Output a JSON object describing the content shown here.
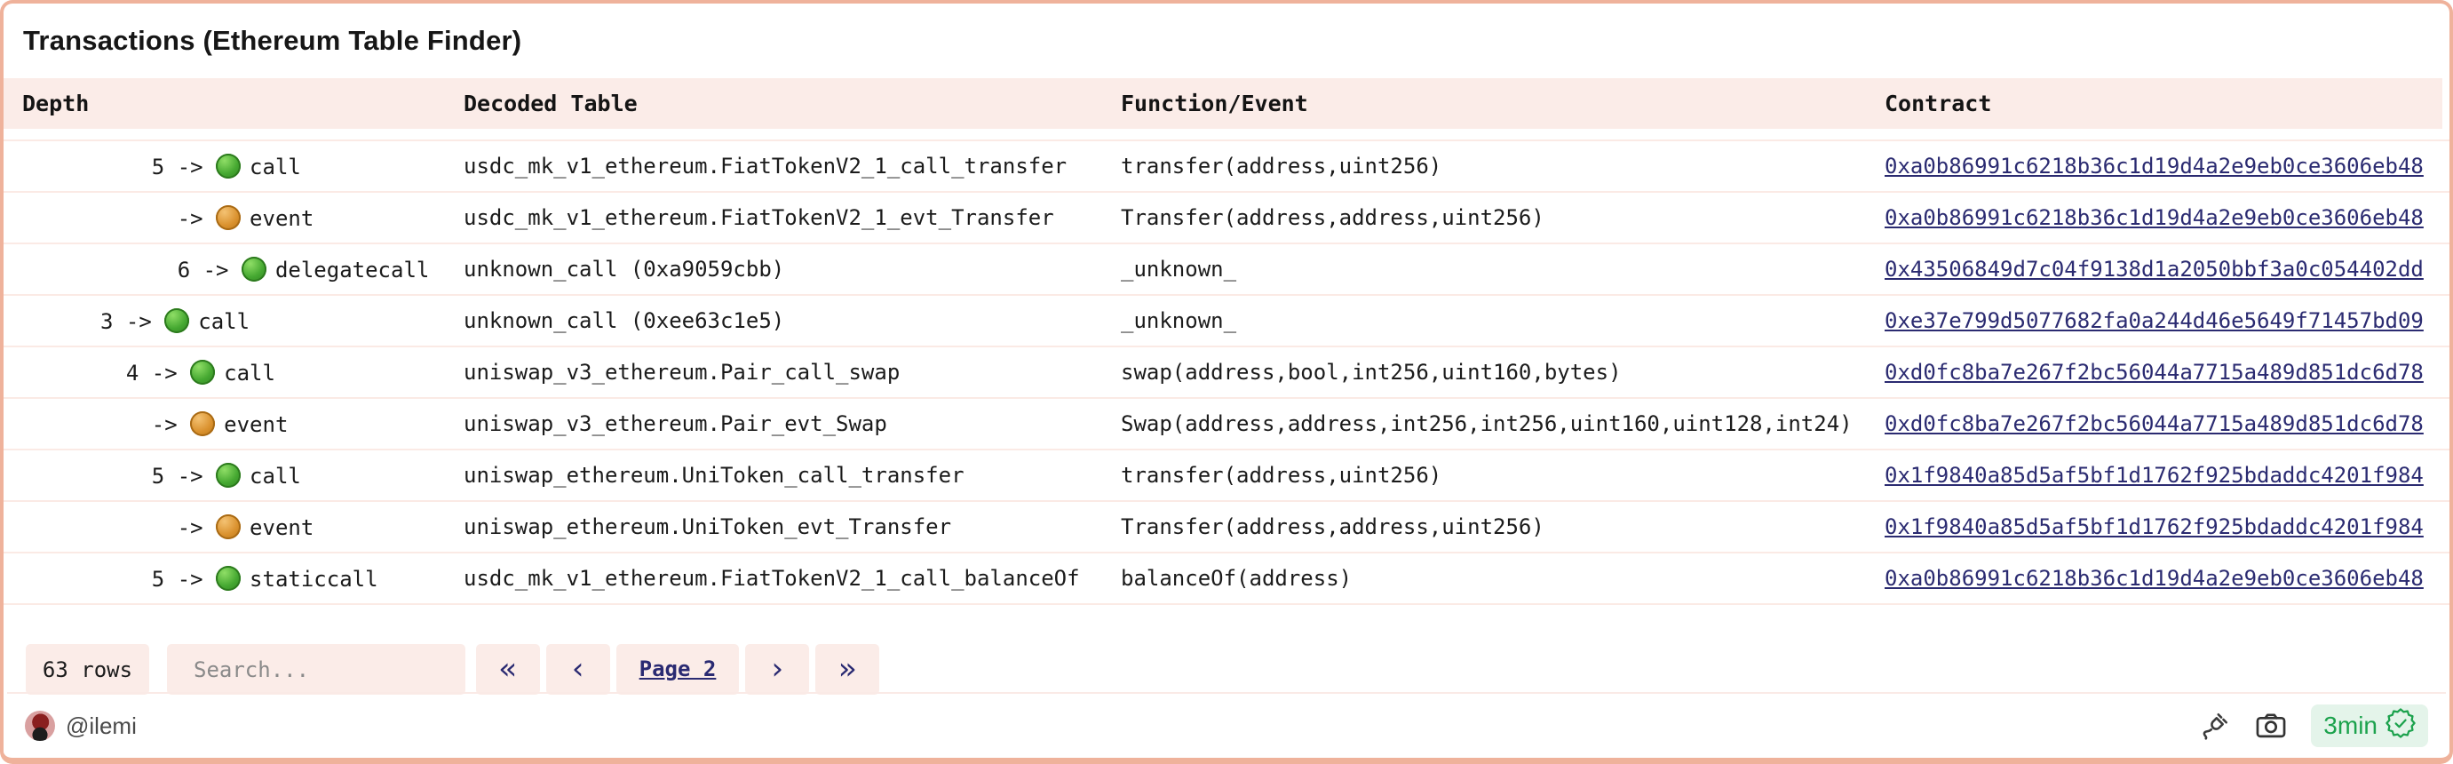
{
  "title": "Transactions (Ethereum Table Finder)",
  "table": {
    "columns": [
      "Depth",
      "Decoded Table",
      "Function/Event",
      "Contract"
    ],
    "rows": [
      {
        "indent": 4,
        "num": "5",
        "arrow": "->",
        "dot": "green",
        "type": "call",
        "decoded": "usdc_mk_v1_ethereum.FiatTokenV2_1_call_transfer",
        "function": "transfer(address,uint256)",
        "contract": "0xa0b86991c6218b36c1d19d4a2e9eb0ce3606eb48"
      },
      {
        "indent": 6,
        "num": "",
        "arrow": "->",
        "dot": "orange",
        "type": "event",
        "decoded": "usdc_mk_v1_ethereum.FiatTokenV2_1_evt_Transfer",
        "function": "Transfer(address,address,uint256)",
        "contract": "0xa0b86991c6218b36c1d19d4a2e9eb0ce3606eb48"
      },
      {
        "indent": 6,
        "num": "6",
        "arrow": "->",
        "dot": "green",
        "type": "delegatecall",
        "decoded": "unknown_call (0xa9059cbb)",
        "function": "_unknown_",
        "contract": "0x43506849d7c04f9138d1a2050bbf3a0c054402dd"
      },
      {
        "indent": 0,
        "num": "3",
        "arrow": "->",
        "dot": "green",
        "type": "call",
        "decoded": "unknown_call (0xee63c1e5)",
        "function": "_unknown_",
        "contract": "0xe37e799d5077682fa0a244d46e5649f71457bd09"
      },
      {
        "indent": 2,
        "num": "4",
        "arrow": "->",
        "dot": "green",
        "type": "call",
        "decoded": "uniswap_v3_ethereum.Pair_call_swap",
        "function": "swap(address,bool,int256,uint160,bytes)",
        "contract": "0xd0fc8ba7e267f2bc56044a7715a489d851dc6d78"
      },
      {
        "indent": 4,
        "num": "",
        "arrow": "->",
        "dot": "orange",
        "type": "event",
        "decoded": "uniswap_v3_ethereum.Pair_evt_Swap",
        "function": "Swap(address,address,int256,int256,uint160,uint128,int24)",
        "contract": "0xd0fc8ba7e267f2bc56044a7715a489d851dc6d78"
      },
      {
        "indent": 4,
        "num": "5",
        "arrow": "->",
        "dot": "green",
        "type": "call",
        "decoded": "uniswap_ethereum.UniToken_call_transfer",
        "function": "transfer(address,uint256)",
        "contract": "0x1f9840a85d5af5bf1d1762f925bdaddc4201f984"
      },
      {
        "indent": 6,
        "num": "",
        "arrow": "->",
        "dot": "orange",
        "type": "event",
        "decoded": "uniswap_ethereum.UniToken_evt_Transfer",
        "function": "Transfer(address,address,uint256)",
        "contract": "0x1f9840a85d5af5bf1d1762f925bdaddc4201f984"
      },
      {
        "indent": 4,
        "num": "5",
        "arrow": "->",
        "dot": "green",
        "type": "staticcall",
        "decoded": "usdc_mk_v1_ethereum.FiatTokenV2_1_call_balanceOf",
        "function": "balanceOf(address)",
        "contract": "0xa0b86991c6218b36c1d19d4a2e9eb0ce3606eb48"
      }
    ]
  },
  "footer": {
    "row_count": "63 rows",
    "search_placeholder": "Search...",
    "pagination": {
      "first": "«",
      "prev": "‹",
      "page": "Page 2",
      "next": "›",
      "last": "»"
    }
  },
  "status_bar": {
    "author": "@ilemi",
    "refresh_interval": "3min",
    "icons": [
      "plug-icon",
      "camera-icon",
      "verified-seal-icon"
    ]
  },
  "colors": {
    "panel_border": "#efb29b",
    "header_bg": "#fbece8",
    "row_separator": "#fbeae5",
    "link_navy": "#2b2b71",
    "pager_navy": "#2a2a72",
    "dot_green": "#45a831",
    "dot_orange": "#da922f",
    "badge_green_text": "#1ca24d",
    "badge_green_bg": "#e4f4ea",
    "text": "#1b1b1b"
  }
}
